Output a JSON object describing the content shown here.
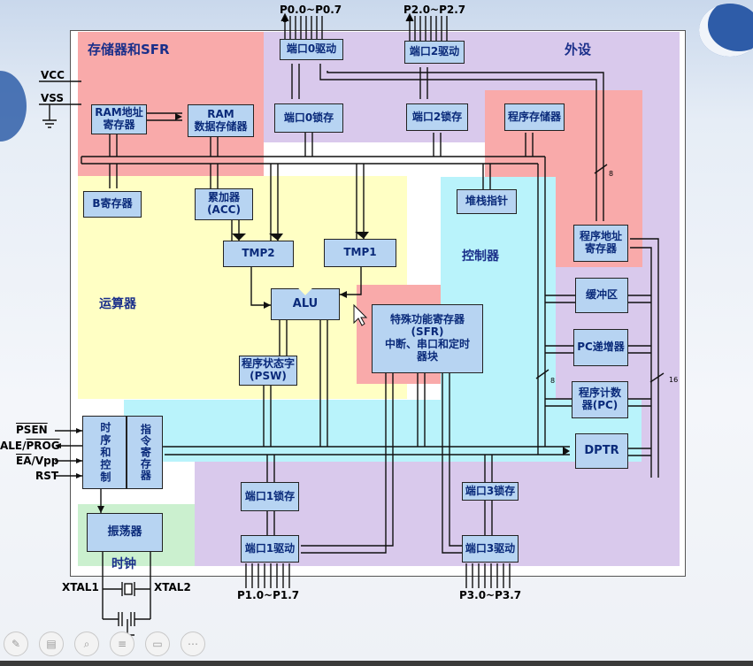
{
  "regions": {
    "memory_sfr": "存储器和SFR",
    "peripheral": "外设",
    "alu_unit": "运算器",
    "controller": "控制器",
    "clock": "时钟"
  },
  "blocks": {
    "port0_driver": "端口0驱动",
    "port2_driver": "端口2驱动",
    "port0_latch": "端口0锁存",
    "port2_latch": "端口2锁存",
    "ram_addr_line1": "RAM地址",
    "ram_addr_line2": "寄存器",
    "ram_line1": "RAM",
    "ram_line2": "数据存储器",
    "program_memory": "程序存储器",
    "b_register": "B寄存器",
    "acc_line1": "累加器",
    "acc_line2": "(ACC)",
    "stack_pointer": "堆栈指针",
    "prog_addr_line1": "程序地址",
    "prog_addr_line2": "寄存器",
    "tmp2": "TMP2",
    "tmp1": "TMP1",
    "alu": "ALU",
    "buffer": "缓冲区",
    "sfr_line1": "特殊功能寄存器",
    "sfr_line2": "(SFR)",
    "sfr_line3": "中断、串口和定时",
    "sfr_line4": "器块",
    "pc_incrementer": "PC递增器",
    "psw_line1": "程序状态字",
    "psw_line2": "(PSW)",
    "pc_line1": "程序计数",
    "pc_line2": "器(PC)",
    "timing_control": "时序和控制",
    "instruction_register": "指令寄存器",
    "dptr": "DPTR",
    "port1_latch": "端口1锁存",
    "port3_latch": "端口3锁存",
    "oscillator": "振荡器",
    "port1_driver": "端口1驱动",
    "port3_driver": "端口3驱动"
  },
  "pins": {
    "p0": "P0.0~P0.7",
    "p2": "P2.0~P2.7",
    "p1": "P1.0~P1.7",
    "p3": "P3.0~P3.7",
    "vcc": "VCC",
    "vss": "VSS",
    "psen": "PSEN",
    "ale": "ALE/",
    "prog": "PROG",
    "ea": "EA",
    "vpp": "/Vpp",
    "rst": "RST",
    "xtal1": "XTAL1",
    "xtal2": "XTAL2"
  },
  "bus_widths": {
    "w8a": "8",
    "w8b": "8",
    "w16": "16"
  },
  "colors": {
    "memory_region": "#f9aaaa",
    "peripheral_region": "#d9c9ec",
    "alu_region": "#ffffc4",
    "controller_region": "#b9f3fb",
    "clock_region": "#cbf0cf",
    "block_fill": "#b7d4f2"
  },
  "toolbar_icons": [
    "pen-icon",
    "slides-icon",
    "zoom-icon",
    "menu-icon",
    "camera-icon",
    "more-icon"
  ]
}
